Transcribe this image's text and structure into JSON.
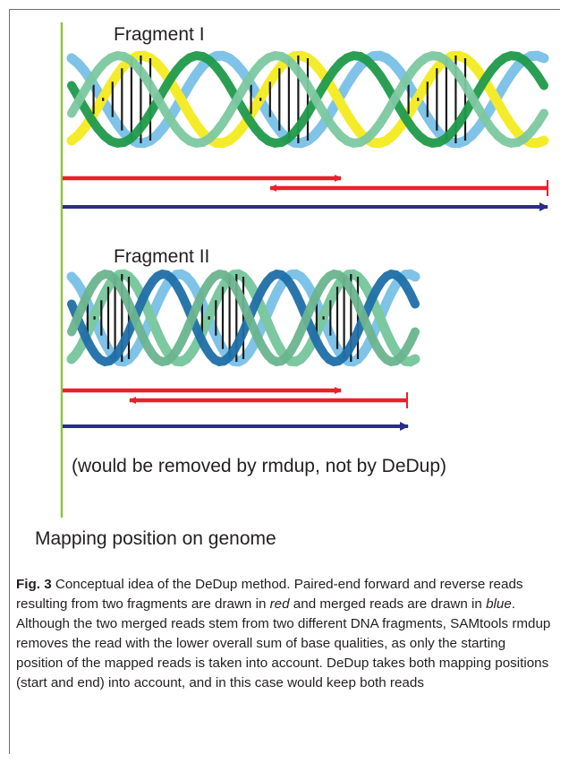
{
  "figure": {
    "fragments": [
      {
        "label": "Fragment I",
        "helix": {
          "turns": 3,
          "palette": [
            "#7fc3e8",
            "#1f9a4a",
            "#f4ec2a",
            "#7cc8a0"
          ]
        }
      },
      {
        "label": "Fragment II",
        "helix": {
          "turns": 3,
          "palette": [
            "#7fc3e8",
            "#1f6fa8",
            "#7cc8a0",
            "#6ab48f"
          ]
        }
      }
    ],
    "note": "(would be removed by rmdup, not by DeDup)",
    "axis_label": "Mapping position on genome",
    "colors": {
      "forward_reverse_reads": "#e8202a",
      "merged_read": "#2b2d8a",
      "mapping_line": "#8cc63f",
      "rungs": "#1a1a1a"
    }
  },
  "caption": {
    "fig_label": "Fig. 3",
    "part1": " Conceptual idea of the DeDup method. Paired-end forward and reverse reads resulting from two fragments are drawn in ",
    "red_word": "red",
    "part2": " and merged reads are drawn in ",
    "blue_word": "blue",
    "part3": ". Although the two merged reads stem from two different DNA fragments, SAMtools rmdup removes the read with the lower overall sum of base qualities, as only the starting position of the mapped reads is taken into account. DeDup takes both mapping positions (start and end) into account, and in this case would keep both reads"
  }
}
